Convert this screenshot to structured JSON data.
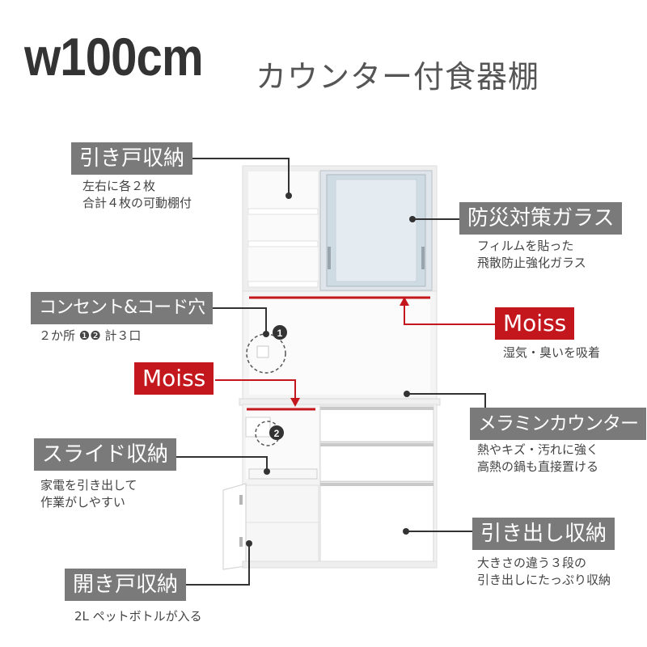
{
  "heading": {
    "main": "w100cm",
    "sub": "カウンター付食器棚"
  },
  "callouts": {
    "sliding_door": {
      "label": "引き戸収納",
      "lines": [
        "左右に各２枚",
        "合計４枚の可動棚付"
      ]
    },
    "glass": {
      "label": "防災対策ガラス",
      "lines": [
        "フィルムを貼った",
        "飛散防止強化ガラス"
      ]
    },
    "outlet": {
      "label": "コンセント&コード穴",
      "lines": [
        "２か所 ❶❷ 計３口"
      ]
    },
    "moiss_right": {
      "label": "Moiss",
      "lines": [
        "湿気・臭いを吸着"
      ]
    },
    "moiss_left": {
      "label": "Moiss"
    },
    "melamine": {
      "label": "メラミンカウンター",
      "lines": [
        "熱やキズ・汚れに強く",
        "高熱の鍋も直接置ける"
      ]
    },
    "slide": {
      "label": "スライド収納",
      "lines": [
        "家電を引き出して",
        "作業がしやすい"
      ]
    },
    "drawer": {
      "label": "引き出し収納",
      "lines": [
        "大きさの違う３段の",
        "引き出しにたっぷり収納"
      ]
    },
    "hinged": {
      "label": "開き戸収納",
      "lines": [
        "2L ペットボトルが入る"
      ]
    }
  },
  "markers": {
    "outlet_1": "1",
    "outlet_2": "2"
  },
  "colors": {
    "label_gray": "#7a7a7a",
    "accent_red": "#c4171d",
    "line": "#333333",
    "cabinet": "#f7f7f7",
    "glass": "#cfdbe3"
  }
}
